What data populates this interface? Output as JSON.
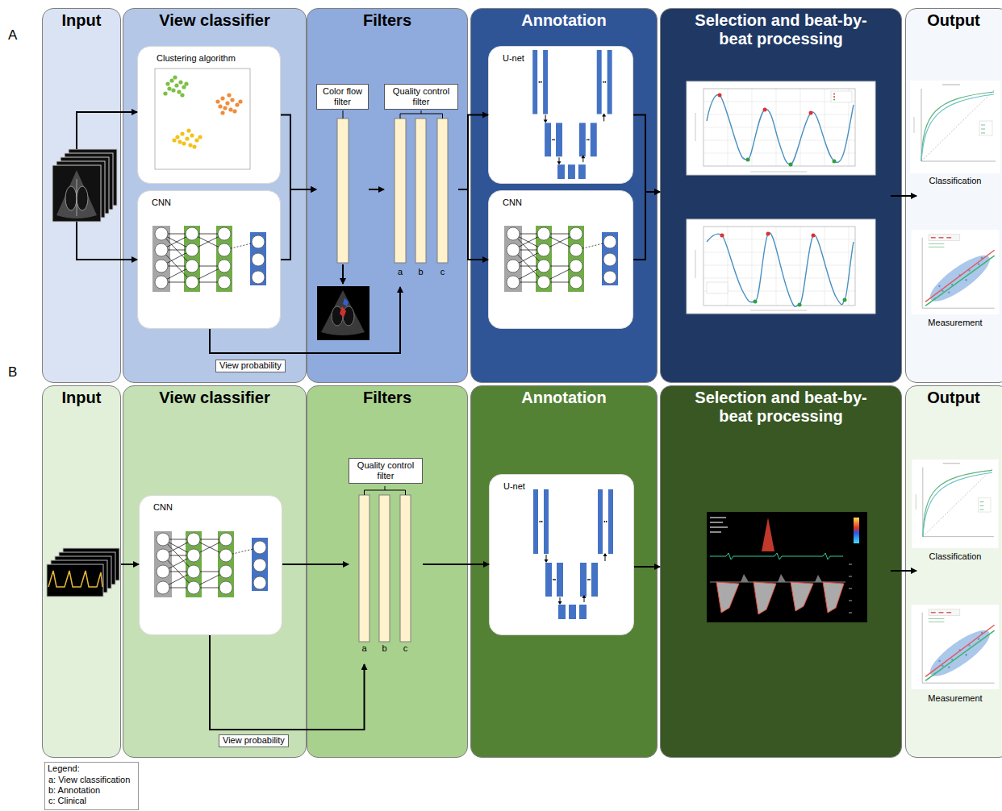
{
  "diagram": {
    "nodes": [
      {
        "text": [
          "Input"
        ]
      },
      {
        "text": [
          "View classifier"
        ]
      },
      {
        "text": [
          "Clustering algorithm"
        ],
        "in": 1
      },
      {
        "text": [
          "CNN"
        ],
        "in": 1
      },
      {
        "text": [
          "Filters"
        ]
      },
      {
        "text": [
          "Color flow filter"
        ],
        "in": 4
      },
      {
        "text": [
          "Quality control filter"
        ],
        "in": 4
      },
      {
        "text": [
          "Annotation"
        ]
      },
      {
        "text": [
          "U-net"
        ],
        "in": 7
      },
      {
        "text": [
          "CNN"
        ],
        "in": 7
      },
      {
        "text": [
          "Selection and beat-by-beat processing"
        ]
      },
      {
        "text": [
          "Output"
        ]
      },
      {
        "text": [
          "Input"
        ]
      },
      {
        "text": [
          "View classifier"
        ]
      },
      {
        "text": [
          "CNN"
        ],
        "in": 13
      },
      {
        "text": [
          "Filters"
        ]
      },
      {
        "text": [
          "Quality control filter"
        ],
        "in": 15
      },
      {
        "text": [
          "Annotation"
        ]
      },
      {
        "text": [
          "U-net"
        ],
        "in": 17
      },
      {
        "text": [
          "Selection and beat-by-beat processing"
        ]
      },
      {
        "text": [
          "Output"
        ]
      }
    ],
    "edges": [
      {
        "from": 0,
        "to": 2,
        "arrow": "to"
      },
      {
        "from": 0,
        "to": 3,
        "arrow": "to"
      },
      {
        "from": 2,
        "to": 5,
        "arrow": "to"
      },
      {
        "from": 3,
        "to": 5,
        "arrow": "to"
      },
      {
        "from": 5,
        "to": 6,
        "arrow": "to"
      },
      {
        "from": 3,
        "to": 6,
        "label": "View probability",
        "arrow": "to"
      },
      {
        "from": 6,
        "to": 8,
        "arrow": "to"
      },
      {
        "from": 6,
        "to": 9,
        "arrow": "to"
      },
      {
        "from": 8,
        "to": 10,
        "arrow": "to"
      },
      {
        "from": 9,
        "to": 10,
        "arrow": "to"
      },
      {
        "from": 10,
        "to": 11,
        "arrow": "to"
      },
      {
        "from": 12,
        "to": 14,
        "arrow": "to"
      },
      {
        "from": 14,
        "to": 16,
        "arrow": "to"
      },
      {
        "from": 14,
        "to": 16,
        "label": "View probability",
        "arrow": "to"
      },
      {
        "from": 16,
        "to": 18,
        "arrow": "to"
      },
      {
        "from": 18,
        "to": 19,
        "arrow": "to"
      },
      {
        "from": 19,
        "to": 20,
        "arrow": "to"
      }
    ],
    "labels": [
      "A",
      "a",
      "b",
      "c",
      "Classification",
      "Measurement",
      "B",
      "a",
      "b",
      "c",
      "Classification",
      "Measurement",
      "Legend:"
    ],
    "legend": [
      {
        "text": "a: View classification"
      },
      {
        "text": "b: Annotation"
      },
      {
        "text": "c: Clinical"
      }
    ]
  }
}
